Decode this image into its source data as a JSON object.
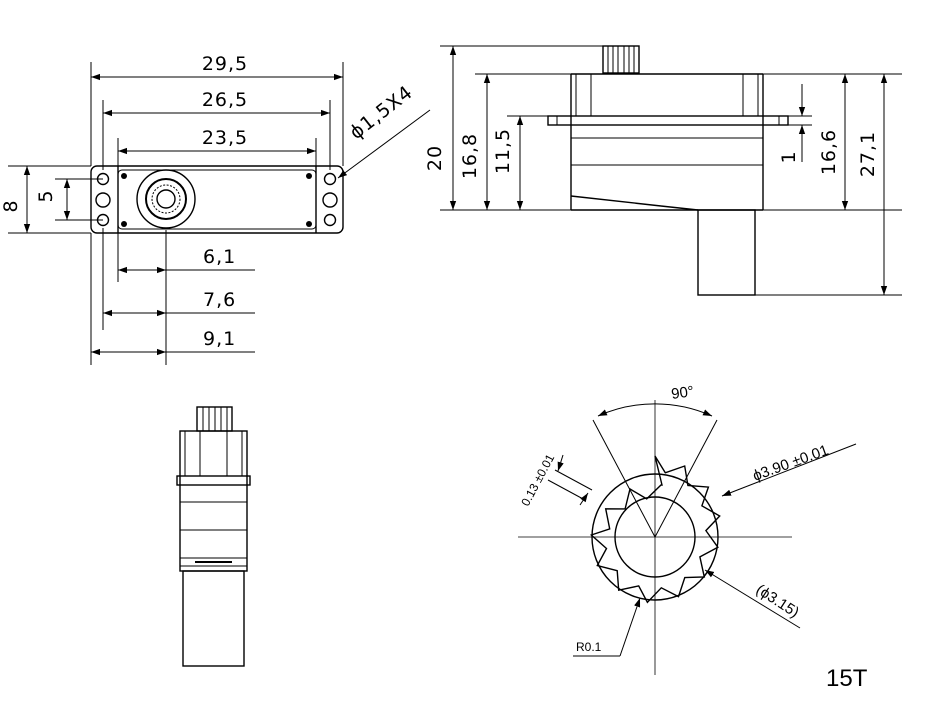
{
  "top_view": {
    "width_overall": "29,5",
    "width_mid": "26,5",
    "width_inner": "23,5",
    "hole_spec": "ϕ1,5X4",
    "height_overall": "8",
    "hole_pitch": "5",
    "offset_a": "6,1",
    "offset_b": "7,6",
    "offset_c": "9,1"
  },
  "side_view": {
    "height_a": "20",
    "height_b": "16,8",
    "height_c": "11,5",
    "flange_thickness": "1",
    "height_d": "16,6",
    "height_e": "27,1"
  },
  "spline_detail": {
    "angle": "90°",
    "tooth_tolerance": "0.13 ±0.01",
    "outer_diameter": "ϕ3.90 ±0.01",
    "root_diameter": "(ϕ3.15)",
    "root_radius": "R0.1",
    "tooth_count": "15T"
  }
}
